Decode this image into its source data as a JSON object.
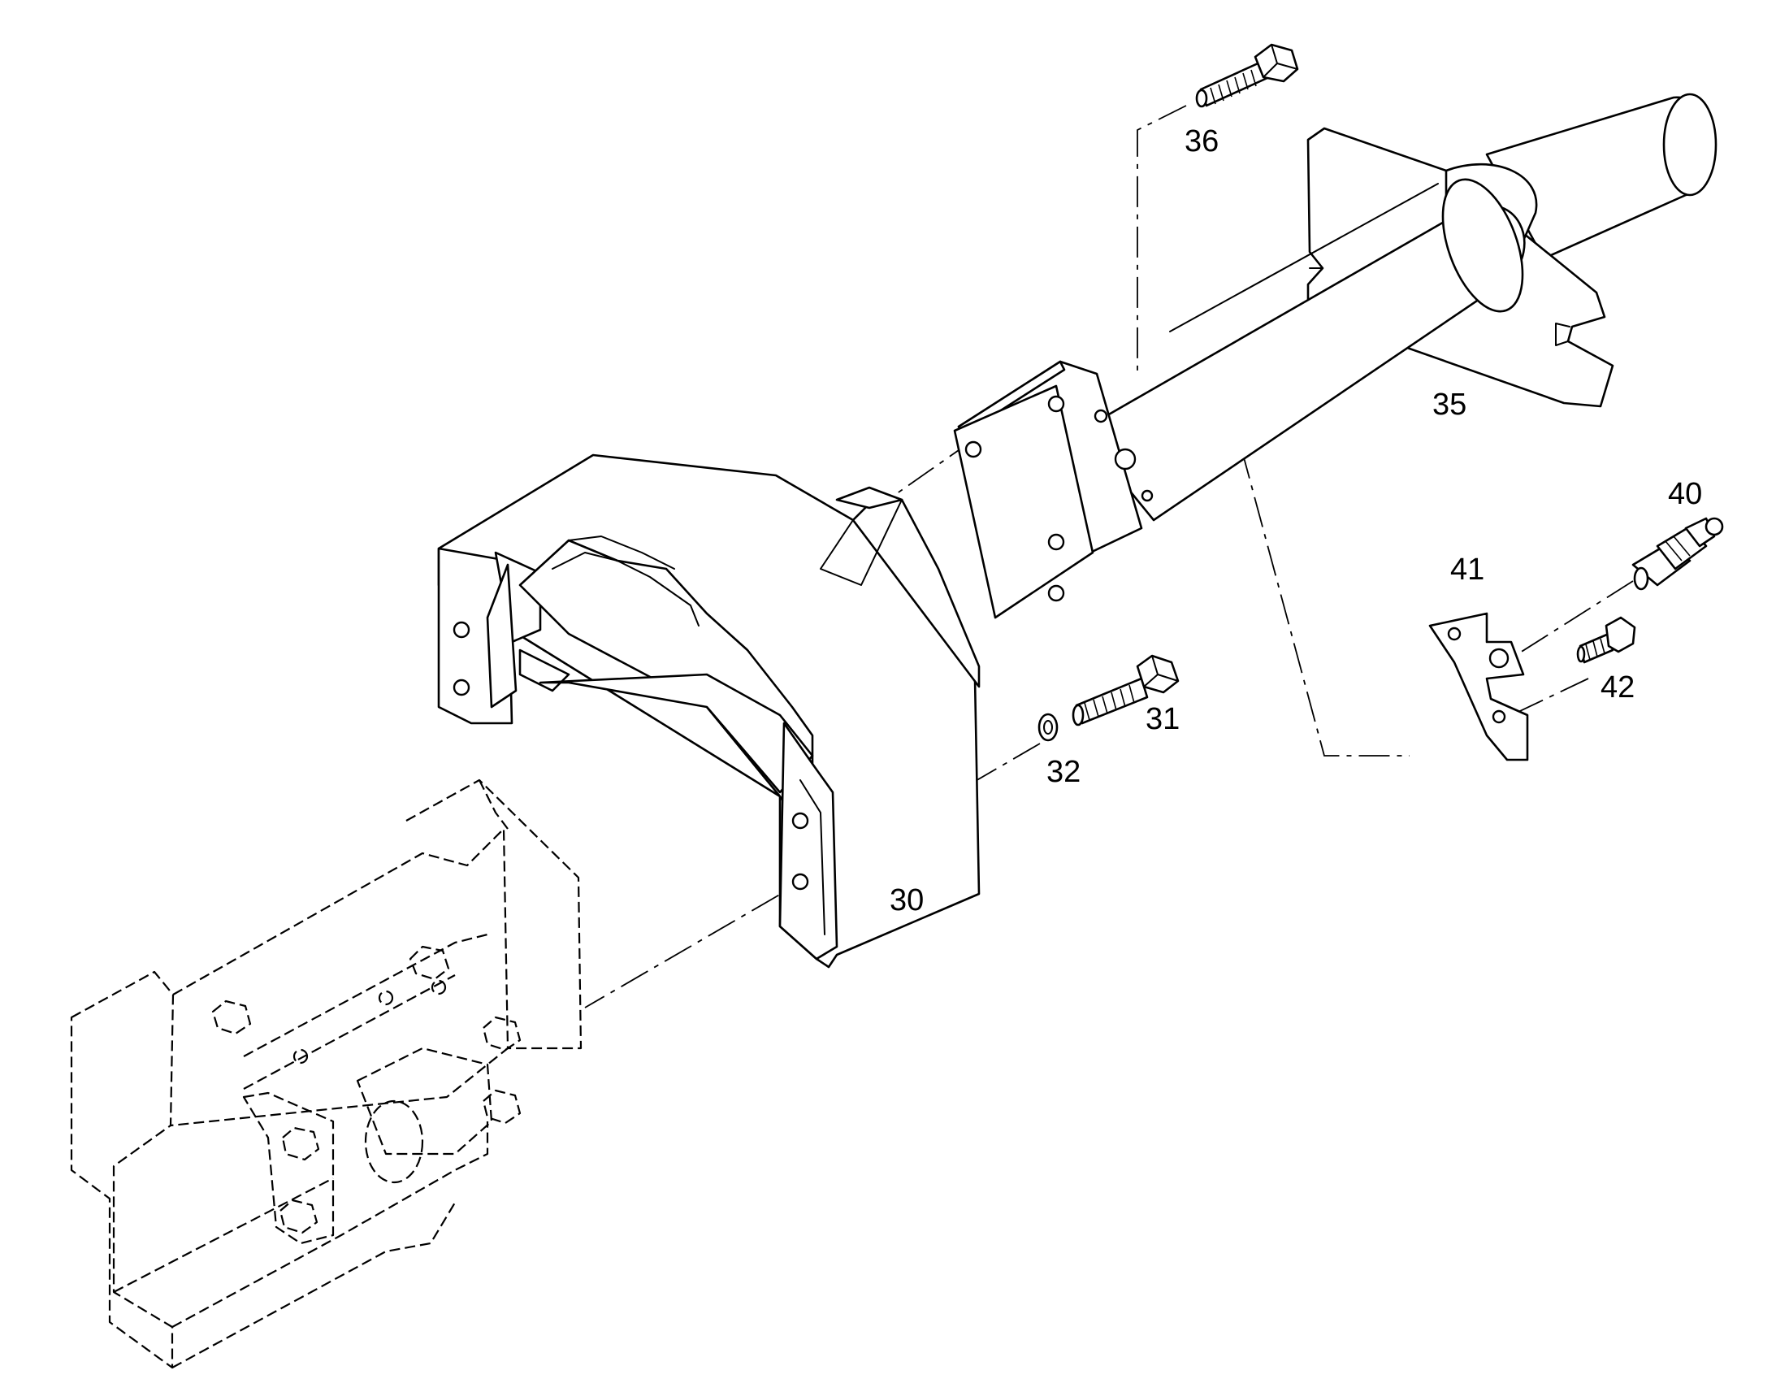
{
  "diagram": {
    "callouts": {
      "c30": "30",
      "c31": "31",
      "c32": "32",
      "c35": "35",
      "c36": "36",
      "c40": "40",
      "c41": "41",
      "c42": "42"
    },
    "colors": {
      "line": "#000000",
      "background": "#ffffff"
    }
  }
}
